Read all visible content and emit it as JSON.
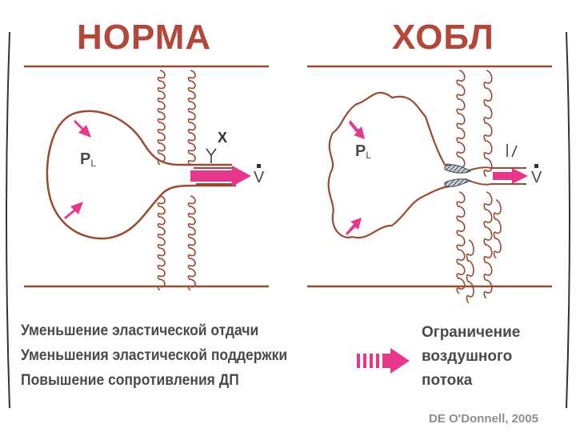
{
  "panels": {
    "normal": {
      "title": "НОРМА",
      "pl_main": "P",
      "pl_sub": "L",
      "x_label": "X",
      "flow_label": "V"
    },
    "copd": {
      "title": "ХОБЛ",
      "pl_main": "P",
      "pl_sub": "L",
      "flow_label": "V"
    }
  },
  "mechanisms": [
    "Уменьшение эластической отдачи",
    "Уменьшения эластической поддержки",
    "Повышение сопротивления ДП"
  ],
  "result": "Ограничение\nвоздушного\nпотока",
  "citation": "DE O'Donnell, 2005",
  "colors": {
    "title": "#b3483a",
    "outline": "#9b4a32",
    "arrow": "#e8368a",
    "text": "#4a4a4a",
    "hatch": "#4a5a66"
  }
}
